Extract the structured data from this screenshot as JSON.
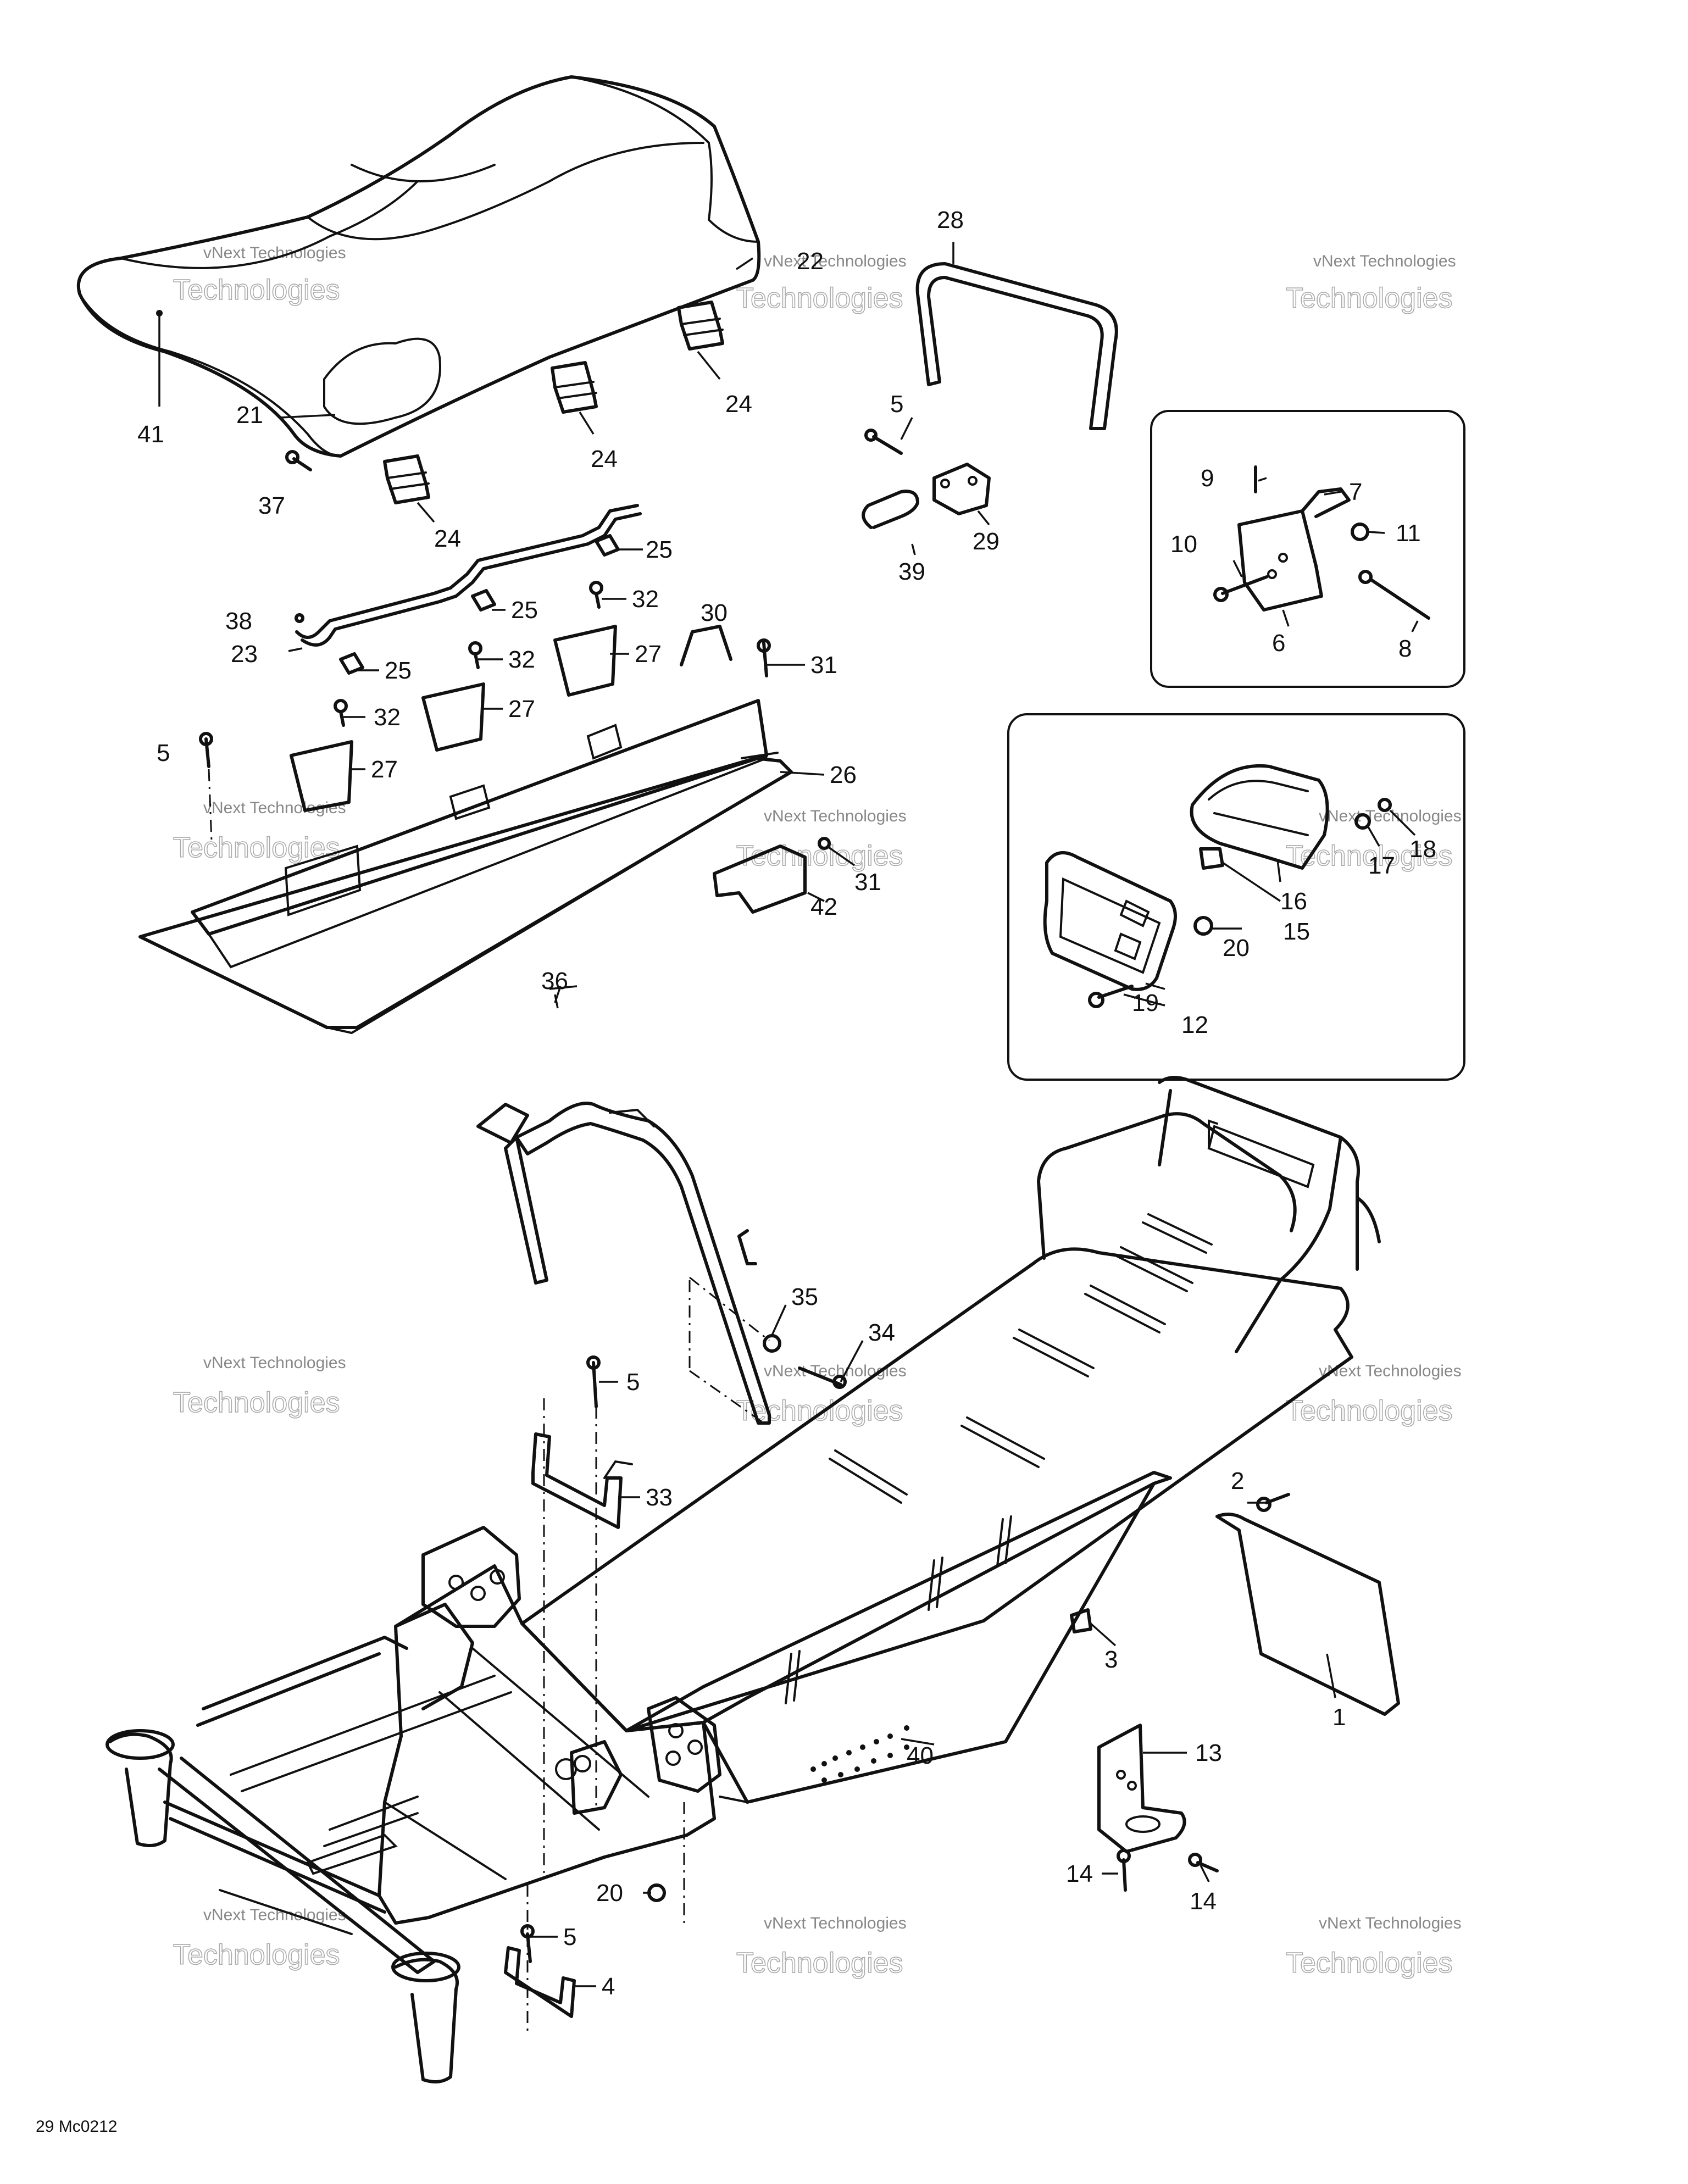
{
  "diagram": {
    "drawing_code": "29 Mc0212",
    "watermark_line1": "vNext Technologies",
    "watermark_line2": "Technologies",
    "callouts": {
      "c1": "1",
      "c2": "2",
      "c3": "3",
      "c4": "4",
      "c5a": "5",
      "c5b": "5",
      "c5c": "5",
      "c5d": "5",
      "c6": "6",
      "c7": "7",
      "c8": "8",
      "c9": "9",
      "c10": "10",
      "c11": "11",
      "c12": "12",
      "c13": "13",
      "c14a": "14",
      "c14b": "14",
      "c15": "15",
      "c16": "16",
      "c17": "17",
      "c18": "18",
      "c19": "19",
      "c20a": "20",
      "c20b": "20",
      "c21": "21",
      "c22": "22",
      "c23": "23",
      "c24a": "24",
      "c24b": "24",
      "c24c": "24",
      "c25a": "25",
      "c25b": "25",
      "c25c": "25",
      "c26": "26",
      "c27a": "27",
      "c27b": "27",
      "c27c": "27",
      "c28": "28",
      "c29": "29",
      "c30": "30",
      "c31a": "31",
      "c31b": "31",
      "c32a": "32",
      "c32b": "32",
      "c32c": "32",
      "c33": "33",
      "c34": "34",
      "c35": "35",
      "c36": "36",
      "c37": "37",
      "c38": "38",
      "c39": "39",
      "c40": "40",
      "c41": "41",
      "c42": "42"
    }
  }
}
